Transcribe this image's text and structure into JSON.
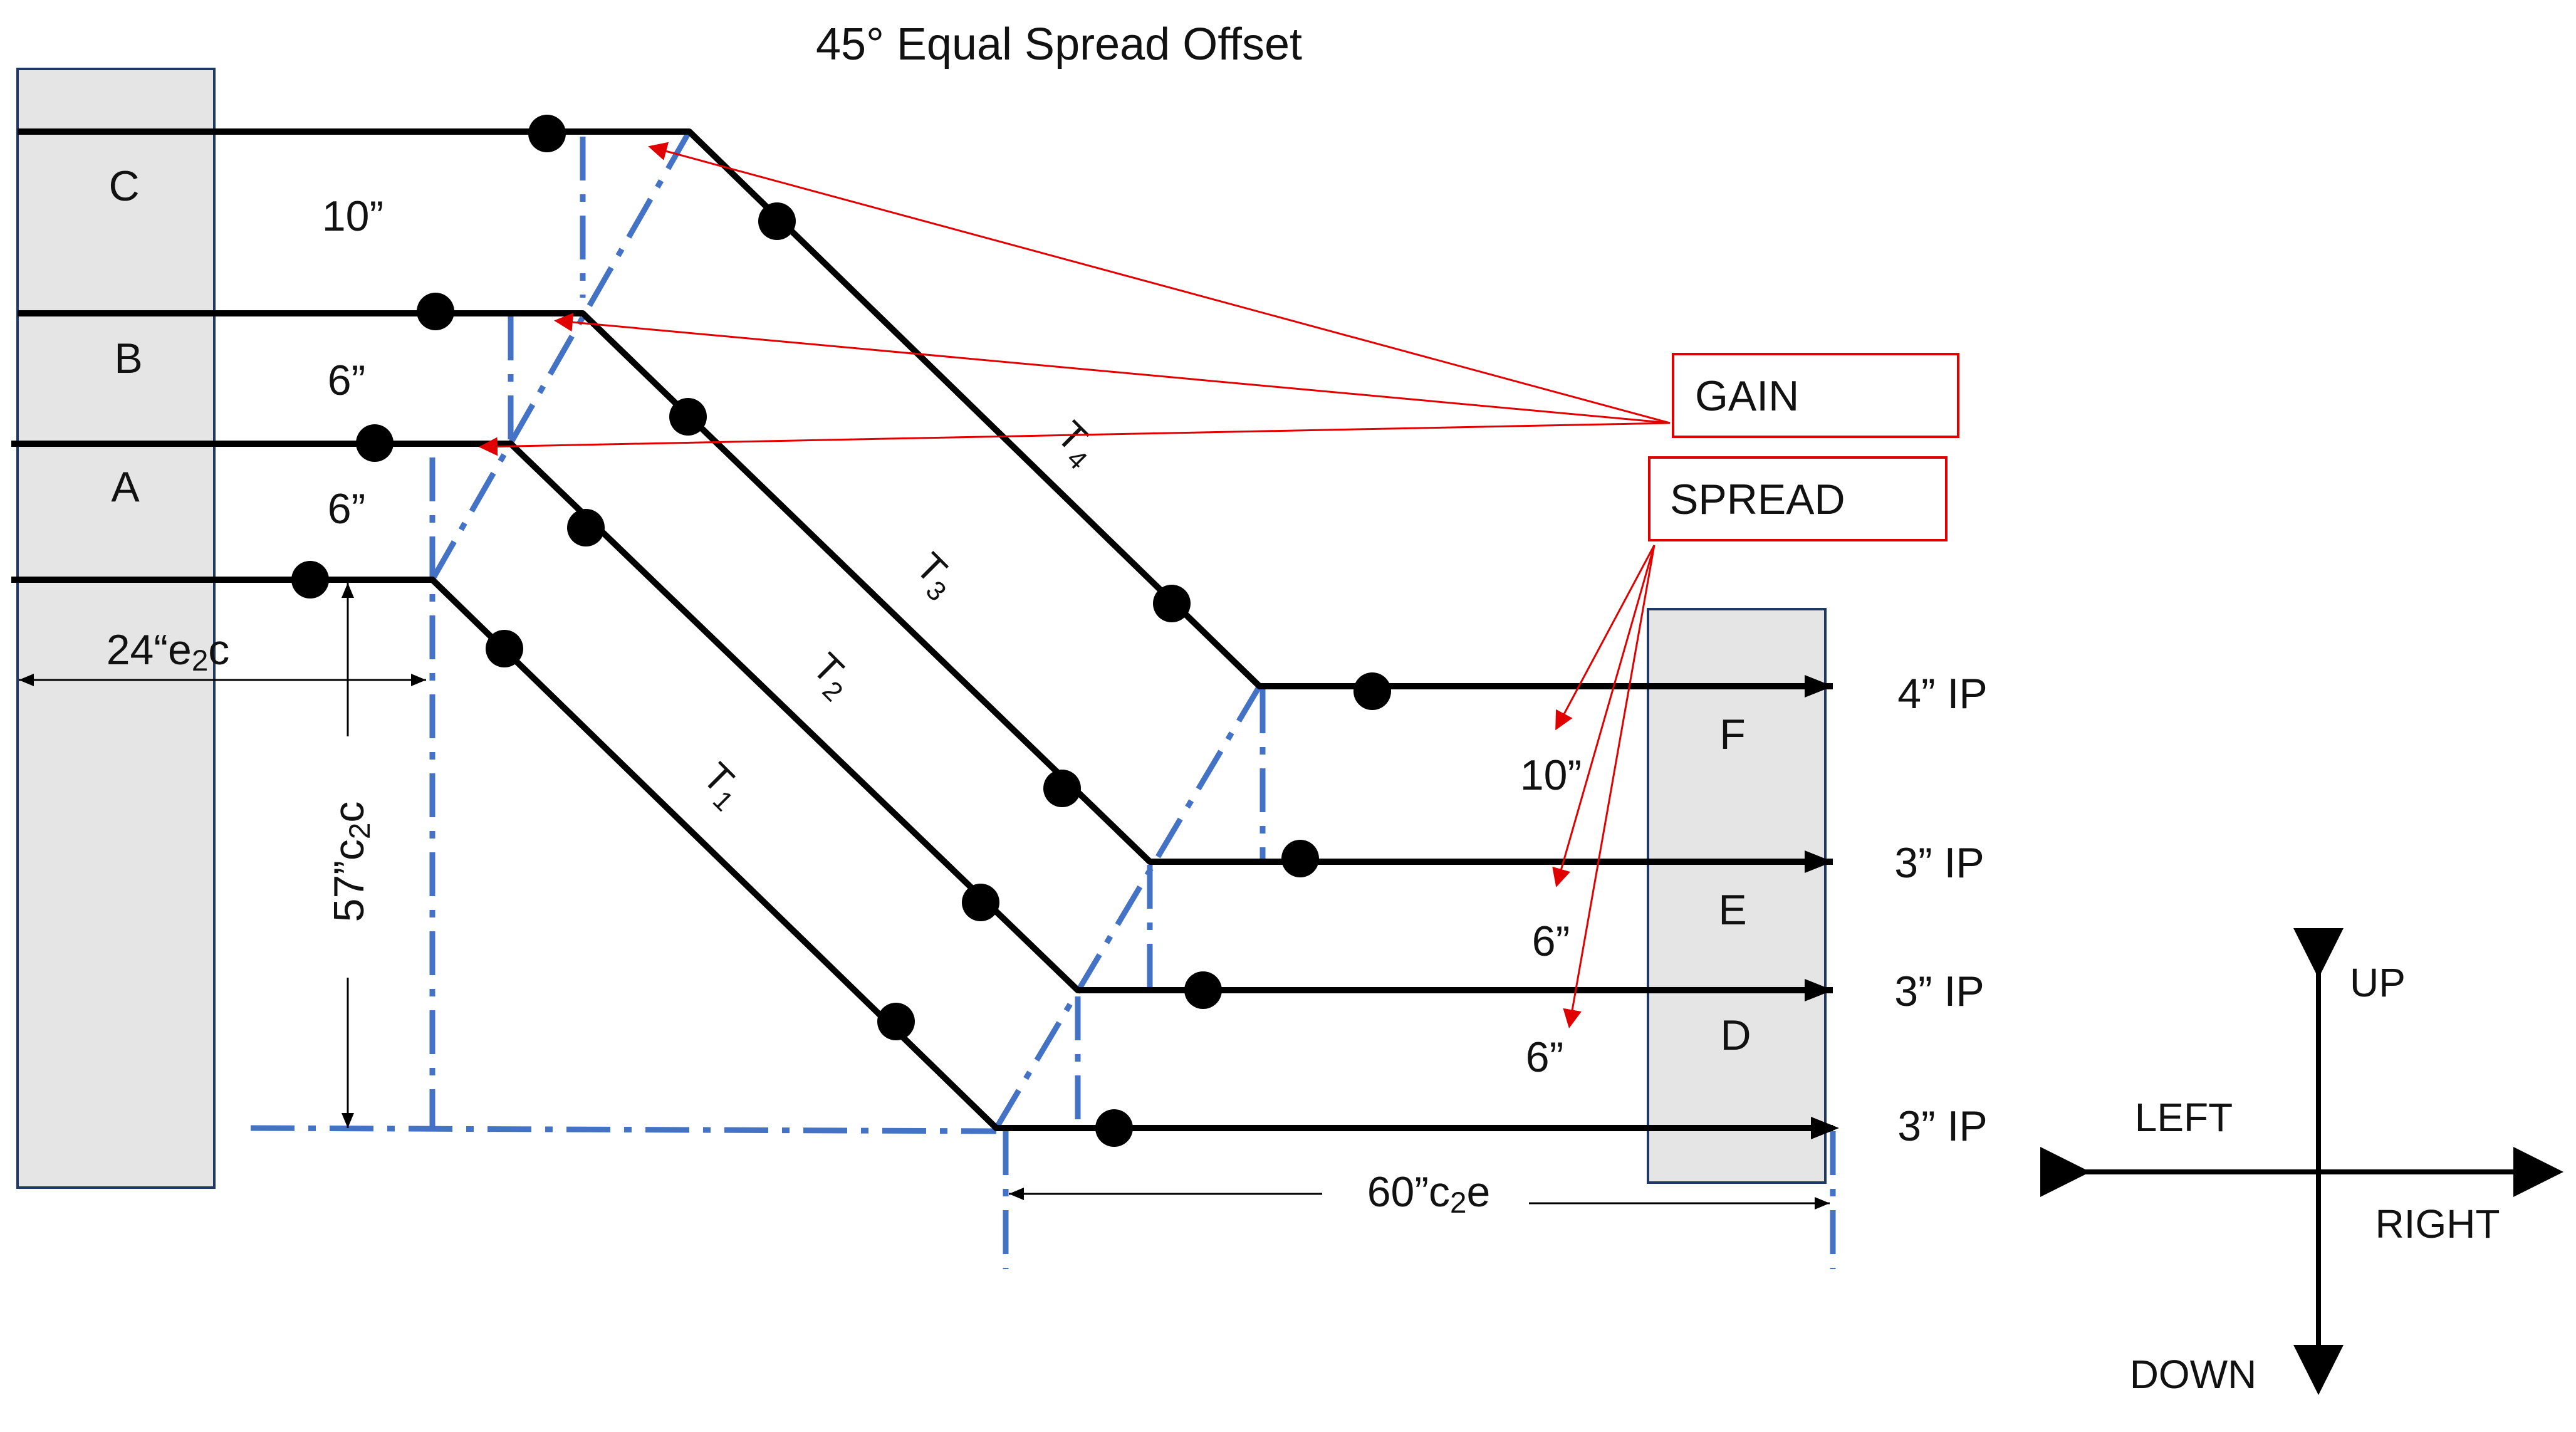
{
  "title": "45° Equal Spread Offset",
  "left_block": {
    "labels": [
      "C",
      "B",
      "A"
    ],
    "spacing": [
      "10”",
      "6”",
      "6”"
    ]
  },
  "right_block": {
    "labels": [
      "F",
      "E",
      "D"
    ],
    "spacing": [
      "10”",
      "6”",
      "6”"
    ]
  },
  "pipe_sizes": [
    "4” IP",
    "3” IP",
    "3” IP",
    "3” IP"
  ],
  "tube_labels": [
    {
      "letter": "T",
      "sub": "4"
    },
    {
      "letter": "T",
      "sub": "3"
    },
    {
      "letter": "T",
      "sub": "2"
    },
    {
      "letter": "T",
      "sub": "1"
    }
  ],
  "dimensions": {
    "e_to_c": {
      "value": "24“e",
      "sub": "2",
      "tail": "c"
    },
    "c_to_c": {
      "value": "57”c",
      "sub": "2",
      "tail": "c"
    },
    "c_to_e": {
      "value": "60”c",
      "sub": "2",
      "tail": "e"
    }
  },
  "callouts": {
    "gain": "GAIN",
    "spread": "SPREAD"
  },
  "compass": {
    "up": "UP",
    "down": "DOWN",
    "left": "LEFT",
    "right": "RIGHT"
  },
  "colors": {
    "line": "#000000",
    "center_line": "#4472C4",
    "callout": "#E00000",
    "block_fill": "#E6E5E6",
    "block_stroke": "#1F3864"
  }
}
